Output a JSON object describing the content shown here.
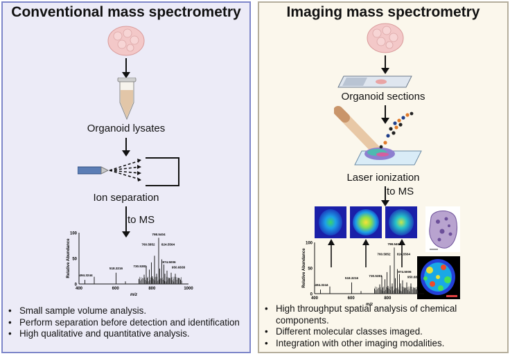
{
  "left": {
    "title": "Conventional mass spectrometry",
    "step_lysates": "Organoid lysates",
    "step_separation": "Ion separation",
    "to_ms": "to MS",
    "bullets": [
      "Small sample volume analysis.",
      "Perform separation before detection and identification",
      "High qualitative and quantitative analysis."
    ]
  },
  "right": {
    "title": "Imaging mass spectrometry",
    "step_sections": "Organoid sections",
    "step_laser": "Laser ionization",
    "to_ms": "to MS",
    "bullets": [
      "High throughput spatial analysis of chemical components.",
      "Different molecular classes imaged.",
      "Integration with other imaging modalities."
    ]
  },
  "spectrum": {
    "ylabel": "Relative Abundance",
    "xlabel": "m/z",
    "y_ticks": [
      "100",
      "50",
      "0"
    ],
    "x_ticks": [
      "400",
      "600",
      "800",
      "1000"
    ],
    "peak_labels": [
      "798.5404",
      "760.5852",
      "824.5564",
      "518.3216",
      "494.3244",
      "730.5381",
      "874.5006",
      "950.6838"
    ]
  },
  "colors": {
    "left_border": "#7d86c9",
    "left_background": "#ecebf7",
    "right_border": "#b5ae9c",
    "right_background": "#fbf7ec",
    "organoid": "#f3c8c8"
  },
  "icons": [
    "organoid-icon",
    "tube-icon",
    "emitter-icon",
    "slide-icon",
    "laser-icon",
    "ion-image-icon",
    "he-stain-icon",
    "heatmap-icon",
    "arrow-down-icon"
  ]
}
